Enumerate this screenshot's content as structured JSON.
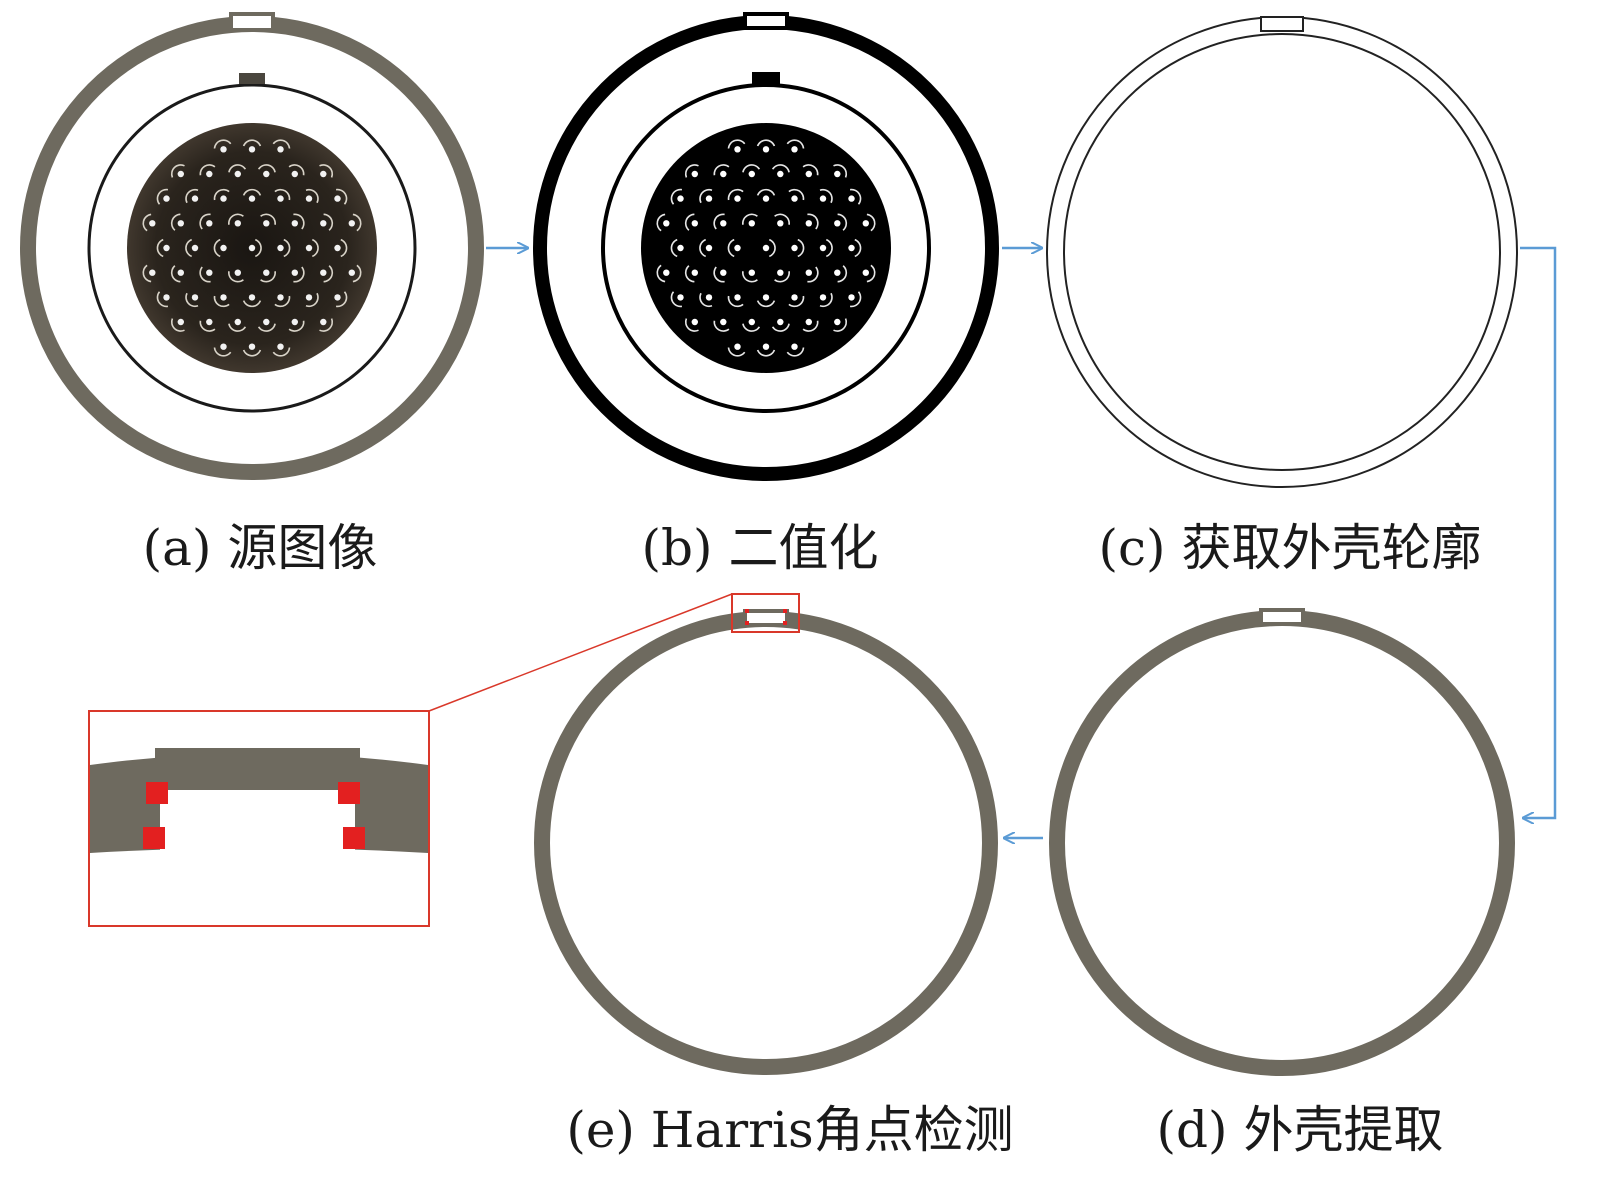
{
  "captions": {
    "a": "(a) 源图像",
    "b": "(b) 二值化",
    "c": "(c) 获取外壳轮廓",
    "d": "(d) 外壳提取",
    "e": "(e) Harris角点检测"
  },
  "colors": {
    "shell_gray": "#6e6a5f",
    "binary_black": "#000000",
    "arrow_blue": "#5b9bd5",
    "corner_red": "#e32020",
    "zoom_frame_red": "#d9382a",
    "caption_text": "#1a1a1a"
  },
  "flow": [
    "a",
    "b",
    "c",
    "d",
    "e"
  ]
}
